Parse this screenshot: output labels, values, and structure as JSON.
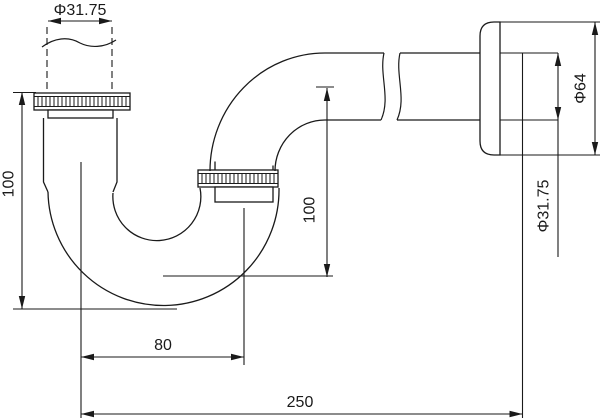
{
  "drawing": {
    "line_color": "#1a1a1a",
    "background": "#ffffff",
    "dimensions": {
      "inlet_diameter": "Φ31.75",
      "inlet_height": "100",
      "drop_height": "100",
      "trap_width": "80",
      "overall_length": "250",
      "flange_diameter": "Φ64",
      "outlet_diameter": "Φ31.75"
    }
  }
}
